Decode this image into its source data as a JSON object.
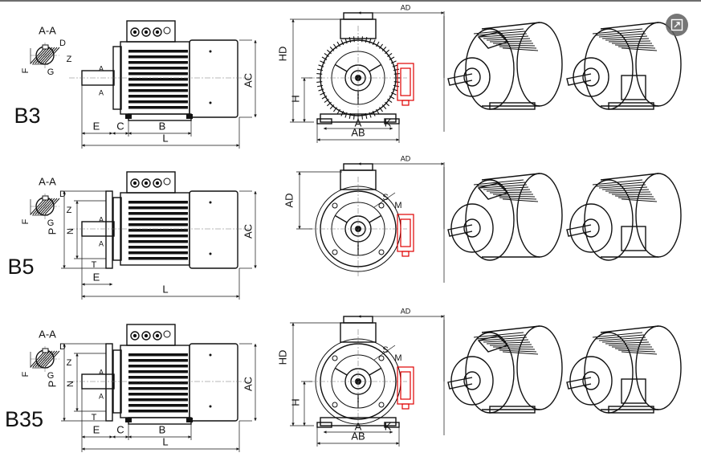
{
  "rows": [
    {
      "id": "b3",
      "mount": "B3",
      "section": "A-A",
      "shaft_labels": [
        "D",
        "Z",
        "F",
        "G"
      ],
      "side_labels": [
        "E",
        "C",
        "B",
        "L",
        "AC"
      ],
      "front_labels": [
        "AD",
        "HD",
        "H",
        "A",
        "AB",
        "K"
      ],
      "has_flange": false,
      "has_feet": true
    },
    {
      "id": "b5",
      "mount": "B5",
      "section": "A-A",
      "shaft_labels": [
        "D",
        "Z",
        "F",
        "G"
      ],
      "side_labels": [
        "P",
        "N",
        "T",
        "E",
        "L",
        "AC"
      ],
      "front_labels": [
        "AD",
        "AD",
        "S",
        "M"
      ],
      "has_flange": true,
      "has_feet": false
    },
    {
      "id": "b35",
      "mount": "B35",
      "section": "A-A",
      "shaft_labels": [
        "D",
        "Z",
        "F",
        "G"
      ],
      "side_labels": [
        "P",
        "N",
        "T",
        "E",
        "C",
        "B",
        "L",
        "AC"
      ],
      "front_labels": [
        "AD",
        "HD",
        "H",
        "A",
        "AB",
        "K",
        "S",
        "M"
      ],
      "has_flange": true,
      "has_feet": true
    }
  ],
  "arrow_letter": "A",
  "colors": {
    "lines": "#111111",
    "terminal_box_highlight": "#e00000",
    "zoom_button": "#5f5f5f",
    "top_border": "#6d6d6d"
  },
  "icons": {
    "zoom": "expand-icon"
  }
}
